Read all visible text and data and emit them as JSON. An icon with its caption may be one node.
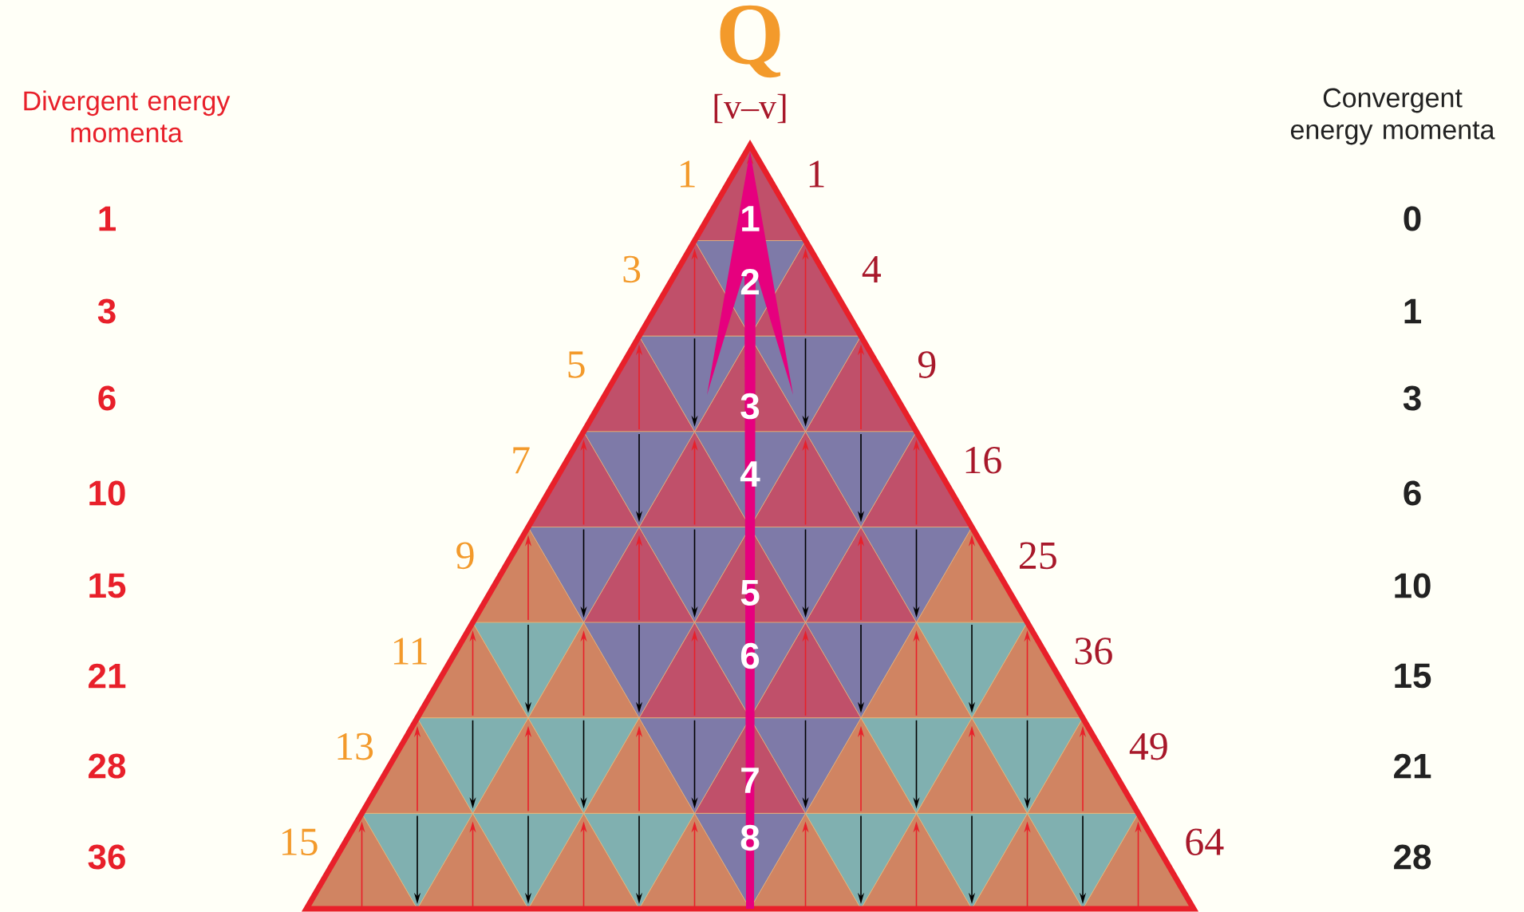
{
  "diagram": {
    "title": "Q",
    "labels": [
      "[v–v]",
      "Divergent energy momenta",
      "Convergent energy momenta",
      "1",
      "1",
      "1",
      "1",
      "0",
      "3",
      "3",
      "2",
      "4",
      "1",
      "6",
      "5",
      "3",
      "9",
      "3",
      "10",
      "7",
      "4",
      "16",
      "6",
      "15",
      "9",
      "5",
      "25",
      "10",
      "21",
      "11",
      "6",
      "36",
      "15",
      "28",
      "13",
      "7",
      "49",
      "21",
      "36",
      "15",
      "8",
      "64",
      "28"
    ]
  }
}
